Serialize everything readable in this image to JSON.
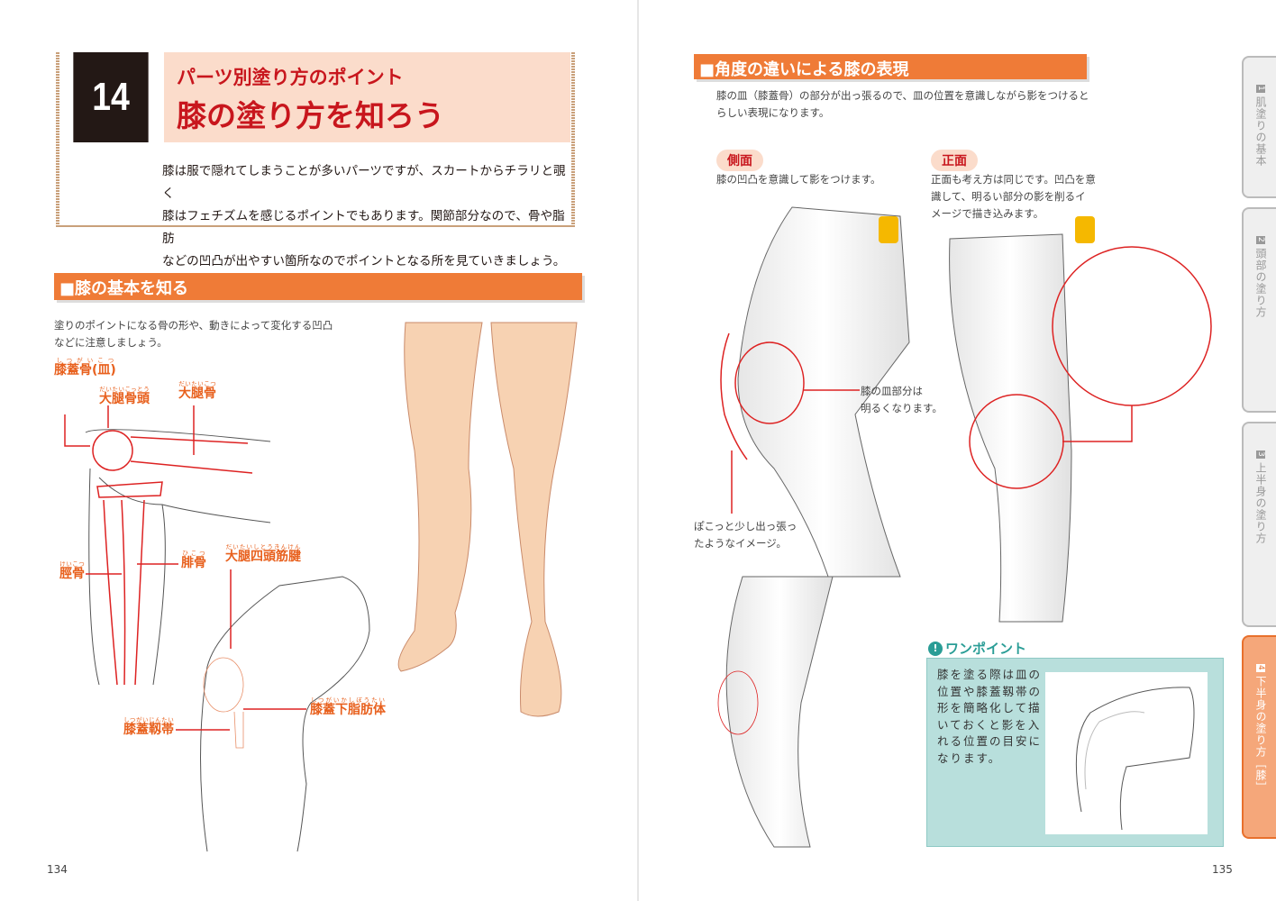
{
  "left_page": {
    "chapter_number": "14",
    "title_sub": "パーツ別塗り方のポイント",
    "title_main": "膝の塗り方を知ろう",
    "intro": [
      "膝は服で隠れてしまうことが多いパーツですが、スカートからチラリと覗く",
      "膝はフェチズムを感じるポイントでもあります。関節部分なので、骨や脂肪",
      "などの凹凸が出やすい箇所なのでポイントとなる所を見ていきましょう。"
    ],
    "section_title": "■膝の基本を知る",
    "section_text": [
      "塗りのポイントになる骨の形や、動きによって変化する凹凸",
      "などに注意しましょう。"
    ],
    "labels": [
      {
        "text": "膝蓋骨(皿)",
        "ruby": "しつがいこつ"
      },
      {
        "text": "大腿骨頭",
        "ruby": "だいたいこっとう"
      },
      {
        "text": "大腿骨",
        "ruby": "だいたいこつ"
      },
      {
        "text": "脛骨",
        "ruby": "けいこつ"
      },
      {
        "text": "腓骨",
        "ruby": "ひこつ"
      },
      {
        "text": "大腿四頭筋腱",
        "ruby": "だいたいしとうきんけん"
      },
      {
        "text": "膝蓋下脂肪体",
        "ruby": "しつがいかしぼうたい"
      },
      {
        "text": "膝蓋靱帯",
        "ruby": "しつがいじんたい"
      }
    ],
    "page_number": "134"
  },
  "right_page": {
    "section_title": "■角度の違いによる膝の表現",
    "section_text": [
      "膝の皿（膝蓋骨）の部分が出っ張るので、皿の位置を意識しながら影をつけると",
      "らしい表現になります。"
    ],
    "side": {
      "label": "側面",
      "text": [
        "膝の凹凸を意識して影をつけます。"
      ]
    },
    "front": {
      "label": "正面",
      "text": [
        "正面も考え方は同じです。凹凸を意",
        "識して、明るい部分の影を削るイ",
        "メージで描き込みます。"
      ]
    },
    "callout_bright": [
      "膝の皿部分は",
      "明るくなります。"
    ],
    "callout_bump": [
      "ぽこっと少し出っ張っ",
      "たようなイメージ。"
    ],
    "one_point": {
      "title": "ワンポイント",
      "text": [
        "膝を塗る際は皿の",
        "位置や膝蓋靱帯の",
        "形を簡略化して描",
        "いておくと影を入",
        "れる位置の目安に",
        "なります。"
      ]
    },
    "page_number": "135"
  },
  "side_tabs": [
    {
      "num": "1",
      "label": "肌塗りの基本",
      "active": false
    },
    {
      "num": "2",
      "label": "頭部の塗り方",
      "active": false
    },
    {
      "num": "3",
      "label": "上半身の塗り方",
      "active": false
    },
    {
      "num": "4",
      "label": "下半身の塗り方［膝］",
      "active": true
    }
  ],
  "colors": {
    "accent_orange": "#ef7b37",
    "title_red": "#c8161d",
    "label_orange": "#e8601d",
    "title_pink": "#fbdccb",
    "one_point_teal": "#b8dfdc"
  }
}
